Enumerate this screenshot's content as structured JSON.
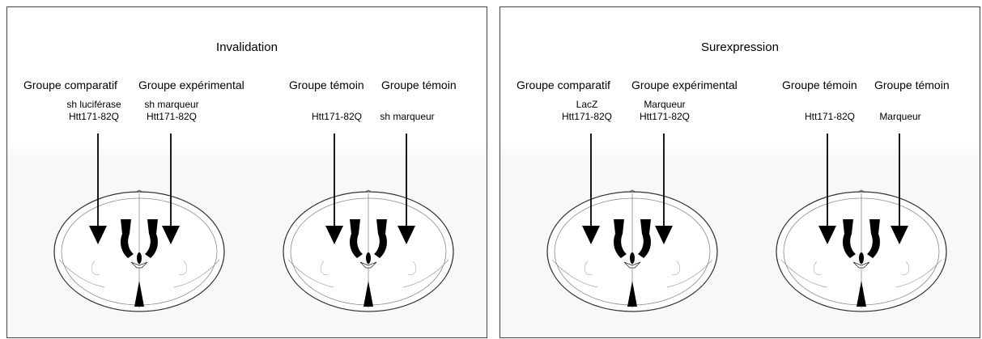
{
  "panels": [
    {
      "title": "Invalidation",
      "groups": [
        {
          "label": "Groupe comparatif",
          "line1": "sh luciférase",
          "line2": "Htt171-82Q"
        },
        {
          "label": "Groupe expérimental",
          "line1": "sh marqueur",
          "line2": "Htt171-82Q"
        },
        {
          "label": "Groupe témoin",
          "line1": "",
          "line2": "Htt171-82Q"
        },
        {
          "label": "Groupe témoin",
          "line1": "",
          "line2": "sh marqueur"
        }
      ]
    },
    {
      "title": "Surexpression",
      "groups": [
        {
          "label": "Groupe comparatif",
          "line1": "LacZ",
          "line2": "Htt171-82Q"
        },
        {
          "label": "Groupe expérimental",
          "line1": "Marqueur",
          "line2": "Htt171-82Q"
        },
        {
          "label": "Groupe témoin",
          "line1": "",
          "line2": "Htt171-82Q"
        },
        {
          "label": "Groupe témoin",
          "line1": "",
          "line2": "Marqueur"
        }
      ]
    }
  ]
}
